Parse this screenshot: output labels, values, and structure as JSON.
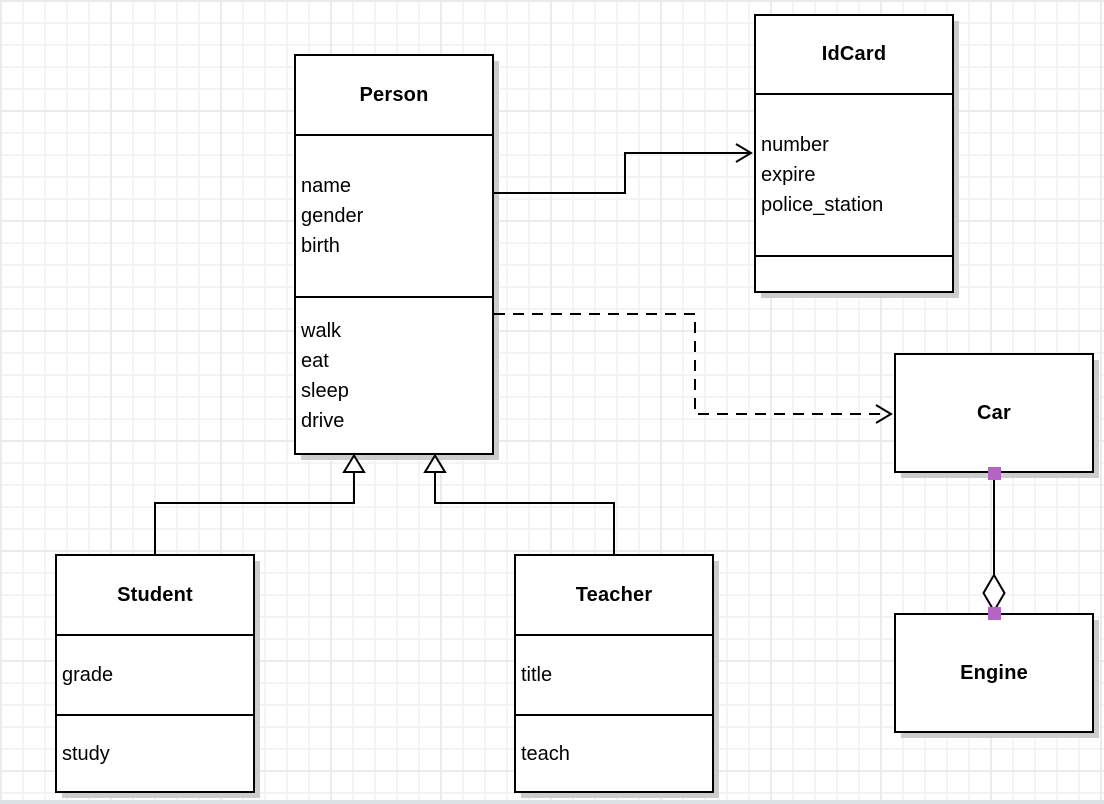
{
  "classes": {
    "person": {
      "title": "Person",
      "attributes": [
        "name",
        "gender",
        "birth"
      ],
      "methods": [
        "walk",
        "eat",
        "sleep",
        "drive"
      ]
    },
    "idcard": {
      "title": "IdCard",
      "attributes": [
        "number",
        "expire",
        "police_station"
      ],
      "methods": []
    },
    "car": {
      "title": "Car",
      "attributes": [],
      "methods": []
    },
    "engine": {
      "title": "Engine",
      "attributes": [],
      "methods": []
    },
    "student": {
      "title": "Student",
      "attributes": [
        "grade"
      ],
      "methods": [
        "study"
      ]
    },
    "teacher": {
      "title": "Teacher",
      "attributes": [
        "title"
      ],
      "methods": [
        "teach"
      ]
    }
  },
  "relationships": [
    {
      "from": "Person",
      "to": "IdCard",
      "type": "association",
      "line": "solid",
      "marker": "open-arrow"
    },
    {
      "from": "Person",
      "to": "Car",
      "type": "dependency",
      "line": "dashed",
      "marker": "open-arrow"
    },
    {
      "from": "Student",
      "to": "Person",
      "type": "generalization",
      "line": "solid",
      "marker": "hollow-triangle"
    },
    {
      "from": "Teacher",
      "to": "Person",
      "type": "generalization",
      "line": "solid",
      "marker": "hollow-triangle"
    },
    {
      "from": "Car",
      "to": "Engine",
      "type": "aggregation",
      "line": "solid",
      "marker": "hollow-diamond",
      "endpoints": "purple-squares"
    }
  ],
  "colors": {
    "stroke": "#000000",
    "box_fill": "#ffffff",
    "shadow": "#cccccc",
    "grid_line": "#f2f2f2",
    "endpoint_handle": "#b465c2"
  }
}
